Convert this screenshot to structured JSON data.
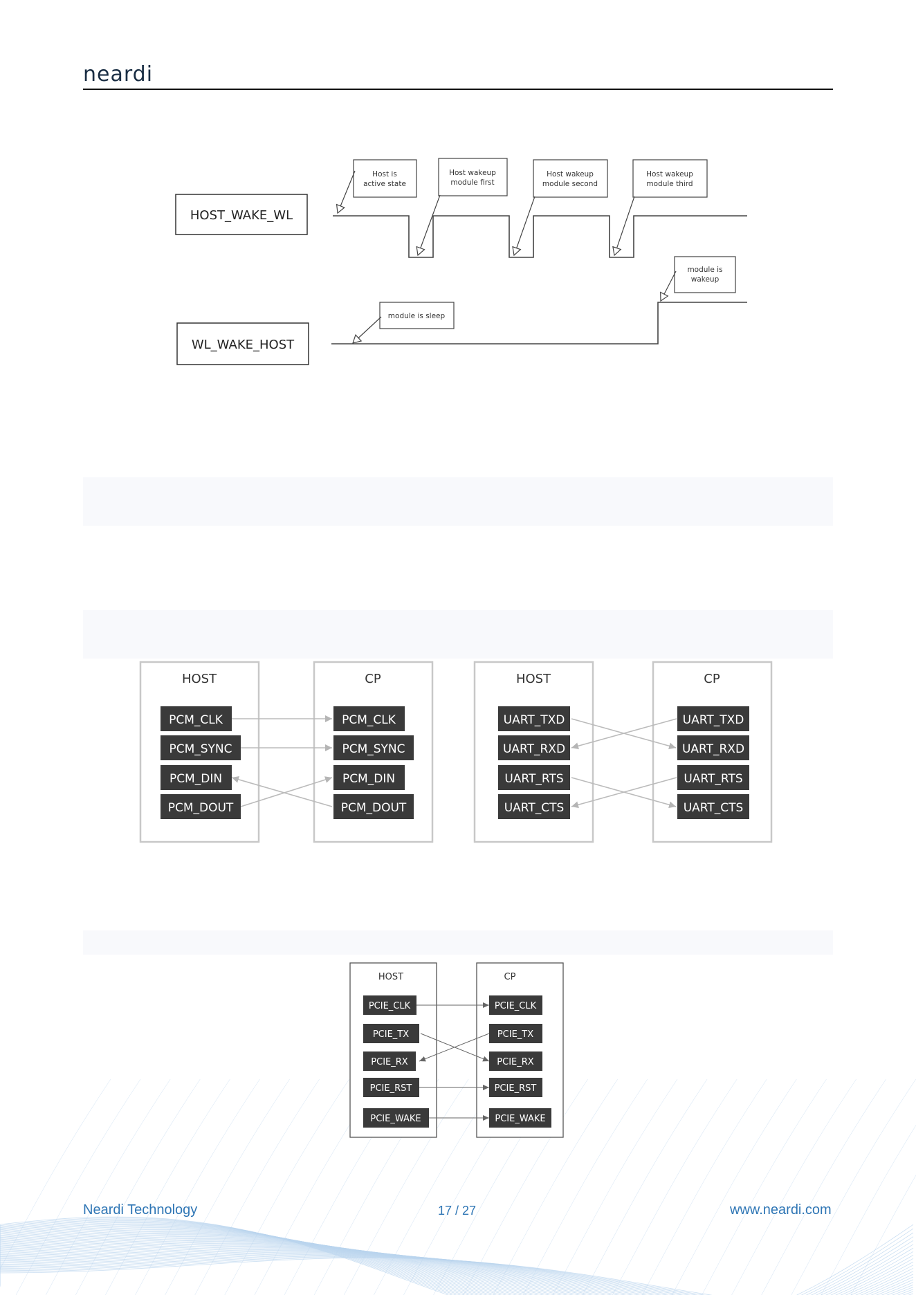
{
  "header": {
    "logo_text": "neardi"
  },
  "timing_diagram": {
    "signal_host_wake_wl": "HOST_WAKE_WL",
    "signal_wl_wake_host": "WL_WAKE_HOST",
    "note_active": [
      "Host is",
      "active state"
    ],
    "note_first": [
      "Host wakeup",
      "module first"
    ],
    "note_second": [
      "Host wakeup",
      "module second"
    ],
    "note_third": [
      "Host wakeup",
      "module third"
    ],
    "note_sleep": [
      "module is sleep"
    ],
    "note_wakeup": [
      "module is",
      "wakeup"
    ]
  },
  "pcm_diagram": {
    "host_title": "HOST",
    "cp_title": "CP",
    "host_pins": [
      "PCM_CLK",
      "PCM_SYNC",
      "PCM_DIN",
      "PCM_DOUT"
    ],
    "cp_pins": [
      "PCM_CLK",
      "PCM_SYNC",
      "PCM_DIN",
      "PCM_DOUT"
    ]
  },
  "uart_diagram": {
    "host_title": "HOST",
    "cp_title": "CP",
    "host_pins": [
      "UART_TXD",
      "UART_RXD",
      "UART_RTS",
      "UART_CTS"
    ],
    "cp_pins": [
      "UART_TXD",
      "UART_RXD",
      "UART_RTS",
      "UART_CTS"
    ]
  },
  "pcie_diagram": {
    "host_title": "HOST",
    "cp_title": "CP",
    "host_pins": [
      "PCIE_CLK",
      "PCIE_TX",
      "PCIE_RX",
      "PCIE_RST",
      "PCIE_WAKE"
    ],
    "cp_pins": [
      "PCIE_CLK",
      "PCIE_TX",
      "PCIE_RX",
      "PCIE_RST",
      "PCIE_WAKE"
    ]
  },
  "footer": {
    "company": "Neardi Technology",
    "page": "17 / 27",
    "website": "www.neardi.com"
  },
  "colors": {
    "pin_fill": "#3a3a3a",
    "footer_text": "#2f76b5",
    "wave_lines": "#b9d4ee"
  }
}
